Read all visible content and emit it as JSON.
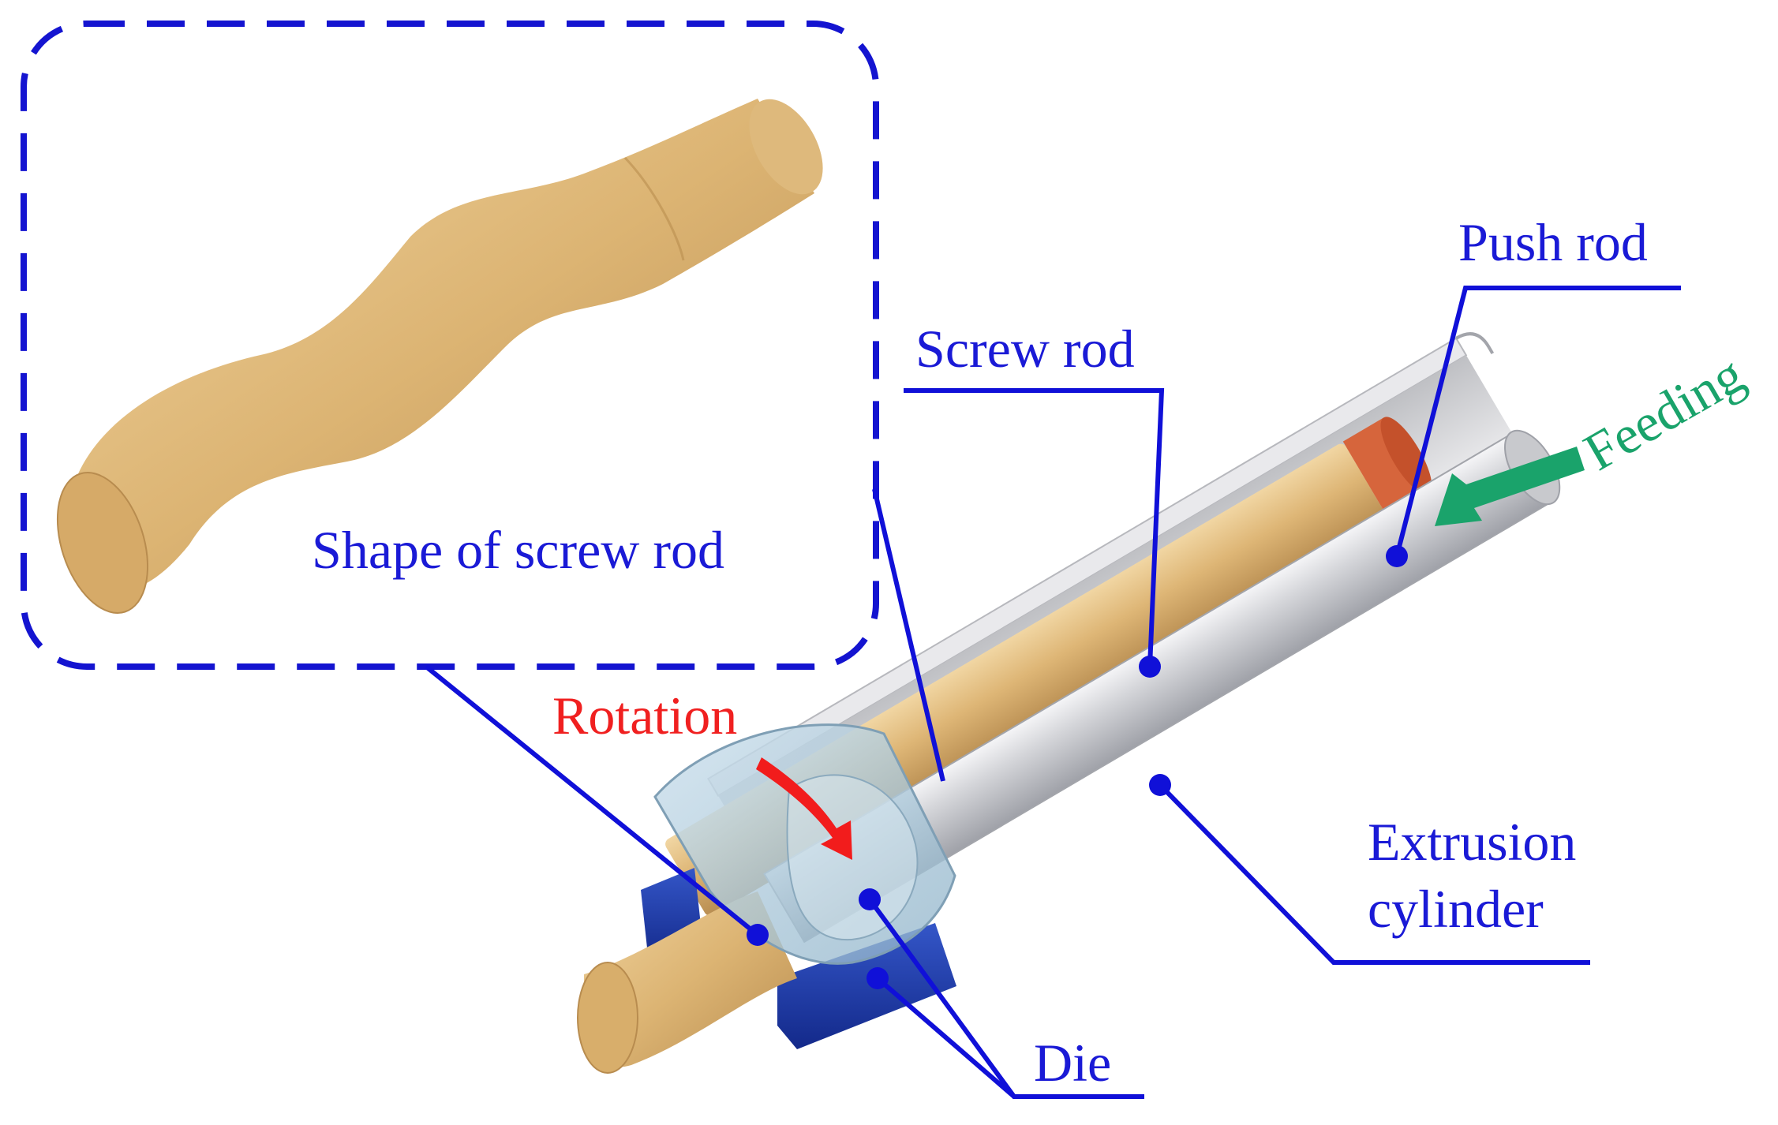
{
  "labels": {
    "shape_of_screw_rod": "Shape of screw rod",
    "screw_rod": "Screw rod",
    "push_rod": "Push rod",
    "feeding": "Feeding",
    "rotation": "Rotation",
    "extrusion_line1": "Extrusion",
    "extrusion_line2": "cylinder",
    "die": "Die"
  },
  "colors": {
    "rod": "#dbb375",
    "cylinder": "#d3d4d8",
    "push_rod": "#d95f36",
    "die": "#1d3fb0",
    "die_cover": "#9cc0d6",
    "label_blue": "#1a1ad6",
    "rotation_red": "#f02020",
    "feeding_green": "#1aa36b",
    "inset_border": "#1414d0"
  }
}
